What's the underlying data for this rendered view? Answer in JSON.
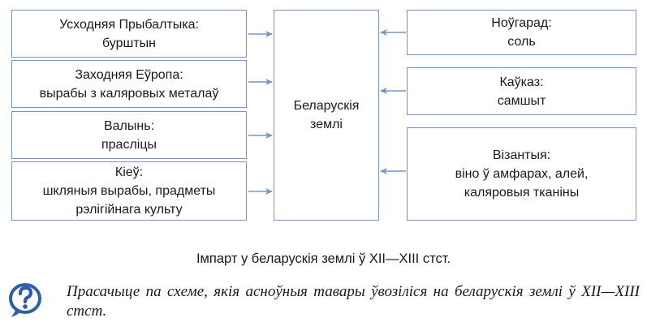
{
  "diagram": {
    "center": {
      "lines": [
        "Беларускія",
        "землі"
      ]
    },
    "left": [
      {
        "lines": [
          "Усходняя Прыбалтыка:",
          "бурштын"
        ]
      },
      {
        "lines": [
          "Заходняя Еўропа:",
          "вырабы з каляровых металаў"
        ]
      },
      {
        "lines": [
          "Валынь:",
          "прасліцы"
        ]
      },
      {
        "lines": [
          "Кіеў:",
          "шкляныя вырабы, прадметы",
          "рэлігійнага культу"
        ]
      }
    ],
    "right": [
      {
        "lines": [
          "Ноўгарад:",
          "соль"
        ]
      },
      {
        "lines": [
          "Каўказ:",
          "самшыт"
        ]
      },
      {
        "lines": [
          "Візантыя:",
          "віно ў амфарах, алей,",
          "каляровыя тканіны"
        ]
      }
    ],
    "caption": "Імпарт у беларускія землі ў XII—XIII стст.",
    "colors": {
      "border": "#7b93c3",
      "arrow": "#7b93c3",
      "icon": "#2f5ea8"
    }
  },
  "question": {
    "icon": "question-icon",
    "text": "Прасачыце па схеме, якія асноўныя тавары ўвозіліся на беларускія землі ў XII—XIII стст."
  }
}
